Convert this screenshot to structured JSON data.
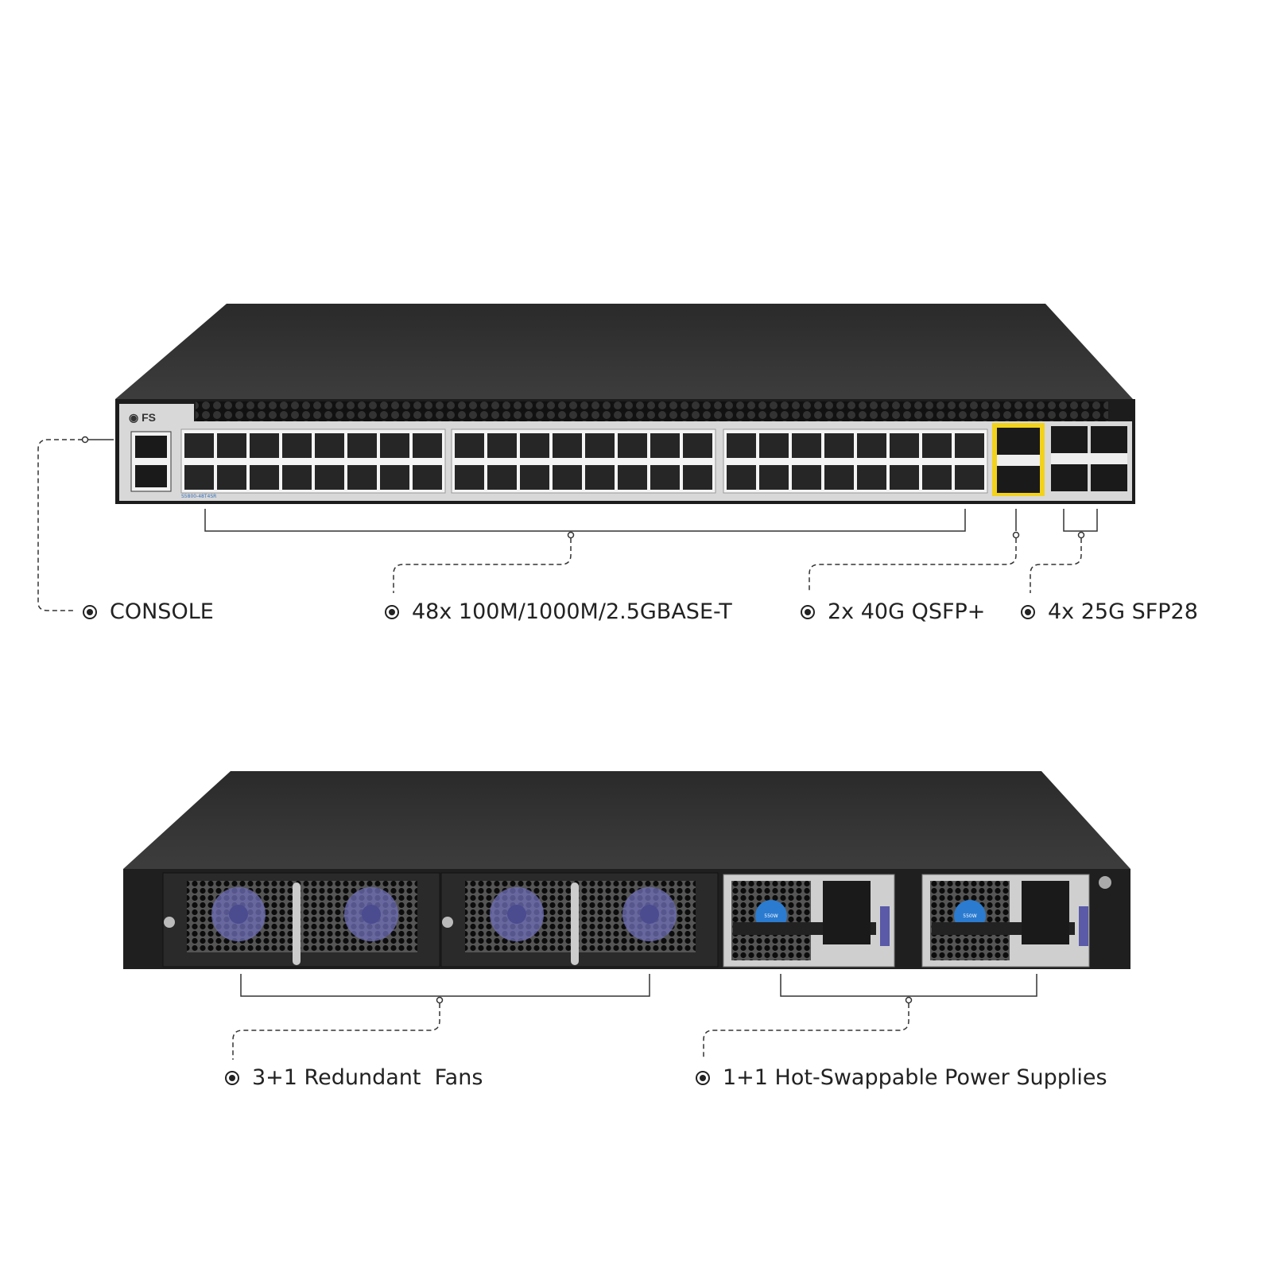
{
  "front": {
    "brand": "FS",
    "callouts": [
      {
        "id": "console",
        "text": "CONSOLE"
      },
      {
        "id": "rj45",
        "text": "48x 100M/1000M/2.5GBASE-T"
      },
      {
        "id": "qsfp",
        "text": "2x 40G QSFP+"
      },
      {
        "id": "sfp28",
        "text": "4x 25G SFP28"
      }
    ],
    "rj45_ports": 48,
    "qsfp_ports": 2,
    "sfp28_ports": 4,
    "qsfp_highlight_color": "#f2d21b"
  },
  "rear": {
    "psu_rating": "550W",
    "callouts": [
      {
        "id": "fans",
        "text": "3+1 Redundant  Fans"
      },
      {
        "id": "psu",
        "text": "1+1 Hot-Swappable Power Supplies"
      }
    ],
    "fan_color": "#6f6fb8"
  }
}
